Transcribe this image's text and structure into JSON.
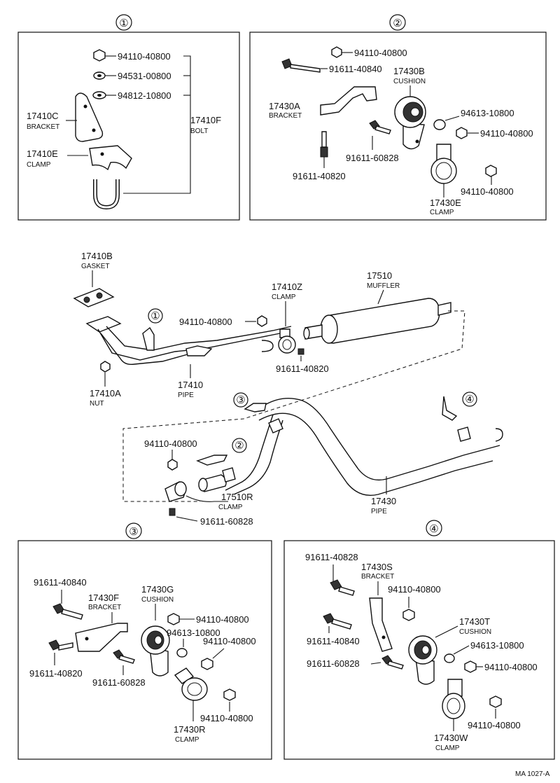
{
  "sections": {
    "s1": {
      "number": "①"
    },
    "s2": {
      "number": "②"
    },
    "s3": {
      "number": "③"
    },
    "s4": {
      "number": "④"
    }
  },
  "callouts": {
    "c1": "①",
    "c2": "②",
    "c3": "③",
    "c4": "④"
  },
  "box1": {
    "p1": "94110-40800",
    "p2": "94531-00800",
    "p3": "94812-10800",
    "bracket_num": "17410C",
    "bracket_cap": "BRACKET",
    "clamp_num": "17410E",
    "clamp_cap": "CLAMP",
    "bolt_num": "17410F",
    "bolt_cap": "BOLT"
  },
  "box2": {
    "nut_top": "94110-40800",
    "bolt_a": "91611-40840",
    "cushion_num": "17430B",
    "cushion_cap": "CUSHION",
    "bracket_num": "17430A",
    "bracket_cap": "BRACKET",
    "washer": "94613-10800",
    "nut_right": "94110-40800",
    "bolt_b": "91611-60828",
    "bolt_c": "91611-40820",
    "nut_bottom": "94110-40800",
    "clamp_num": "17430E",
    "clamp_cap": "CLAMP"
  },
  "main": {
    "gasket_num": "17410B",
    "gasket_cap": "GASKET",
    "nut_num": "17410A",
    "nut_cap": "NUT",
    "pipe1_num": "17410",
    "pipe1_cap": "PIPE",
    "nut_mid": "94110-40800",
    "clampz_num": "17410Z",
    "clampz_cap": "CLAMP",
    "muffler_num": "17510",
    "muffler_cap": "MUFFLER",
    "bolt_mid": "91611-40820",
    "nut_low": "94110-40800",
    "clampr_num": "17510R",
    "clampr_cap": "CLAMP",
    "bolt_low": "91611-60828",
    "pipe2_num": "17430",
    "pipe2_cap": "PIPE"
  },
  "box3": {
    "bolt_a": "91611-40840",
    "bracket_num": "17430F",
    "bracket_cap": "BRACKET",
    "cushion_num": "17430G",
    "cushion_cap": "CUSHION",
    "nut_a": "94110-40800",
    "washer": "94613-10800",
    "nut_b": "94110-40800",
    "bolt_b": "91611-40820",
    "bolt_c": "91611-60828",
    "nut_c": "94110-40800",
    "clamp_num": "17430R",
    "clamp_cap": "CLAMP"
  },
  "box4": {
    "bolt_a": "91611-40828",
    "bracket_num": "17430S",
    "bracket_cap": "BRACKET",
    "nut_a": "94110-40800",
    "cushion_num": "17430T",
    "cushion_cap": "CUSHION",
    "bolt_b": "91611-40840",
    "washer": "94613-10800",
    "bolt_c": "91611-60828",
    "nut_b": "94110-40800",
    "nut_c": "94110-40800",
    "clamp_num": "17430W",
    "clamp_cap": "CLAMP"
  },
  "footer": {
    "code": "MA 1027-A"
  }
}
